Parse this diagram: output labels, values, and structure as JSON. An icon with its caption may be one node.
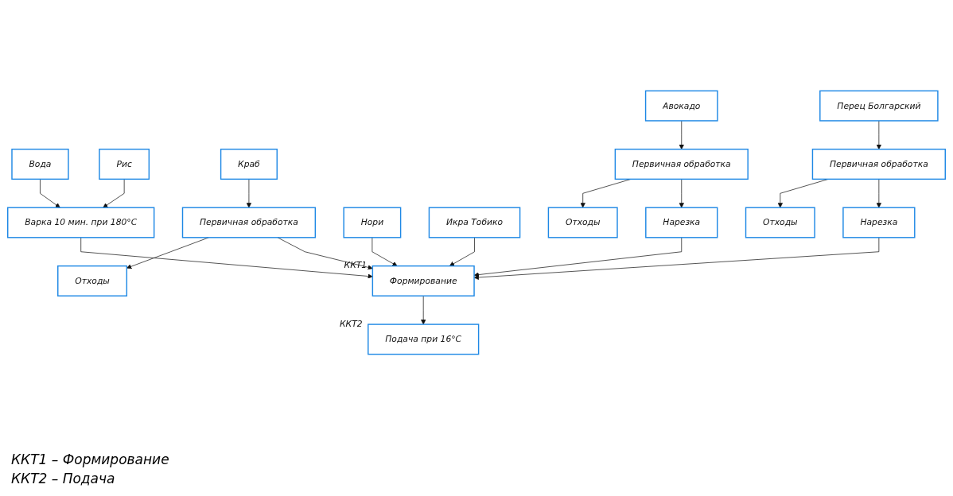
{
  "diagram": {
    "nodes": [
      {
        "text": [
          "Отходы"
        ]
      },
      {
        "text": [
          "Отходы"
        ]
      },
      {
        "text": [
          "Отходы"
        ]
      },
      {
        "text": [
          "Вода"
        ]
      },
      {
        "text": [
          "Рис"
        ]
      },
      {
        "text": [
          "Краб"
        ]
      },
      {
        "text": [
          "Нори"
        ]
      },
      {
        "text": [
          "Авокадо"
        ]
      },
      {
        "text": [
          "Перец Болгарский"
        ]
      },
      {
        "text": [
          "Икра Тобико"
        ]
      },
      {
        "text": [
          "Варка 10 мин. при 180°C"
        ]
      },
      {
        "text": [
          "Первичная обработка"
        ]
      },
      {
        "text": [
          "Первичная обработка"
        ]
      },
      {
        "text": [
          "Первичная обработка"
        ]
      },
      {
        "text": [
          "Нарезка"
        ]
      },
      {
        "text": [
          "Нарезка"
        ]
      },
      {
        "text": [
          "Формирование"
        ],
        "beside": [
          "ККТ1"
        ]
      },
      {
        "text": [
          "Подача при 16°C"
        ],
        "beside": [
          "ККТ2"
        ]
      }
    ],
    "edges": [
      {
        "from": 3,
        "to": 10,
        "arrow": "to"
      },
      {
        "from": 4,
        "to": 10,
        "arrow": "to"
      },
      {
        "from": 5,
        "to": 11,
        "arrow": "to"
      },
      {
        "from": 11,
        "to": 0,
        "arrow": "to"
      },
      {
        "from": 10,
        "to": 16,
        "arrow": "to"
      },
      {
        "from": 11,
        "to": 16,
        "arrow": "to"
      },
      {
        "from": 6,
        "to": 16,
        "arrow": "to"
      },
      {
        "from": 7,
        "to": 12,
        "arrow": "to"
      },
      {
        "from": 12,
        "to": 1,
        "arrow": "to"
      },
      {
        "from": 12,
        "to": 14,
        "arrow": "to"
      },
      {
        "from": 14,
        "to": 16,
        "arrow": "to"
      },
      {
        "from": 8,
        "to": 13,
        "arrow": "to"
      },
      {
        "from": 13,
        "to": 2,
        "arrow": "to"
      },
      {
        "from": 13,
        "to": 15,
        "arrow": "to"
      },
      {
        "from": 15,
        "to": 16,
        "arrow": "to"
      },
      {
        "from": 9,
        "to": 16,
        "arrow": "to"
      },
      {
        "from": 16,
        "to": 17,
        "arrow": "to"
      }
    ],
    "labels": [
      "ККТ1 – Формирование",
      "ККТ2 – Подача"
    ]
  }
}
